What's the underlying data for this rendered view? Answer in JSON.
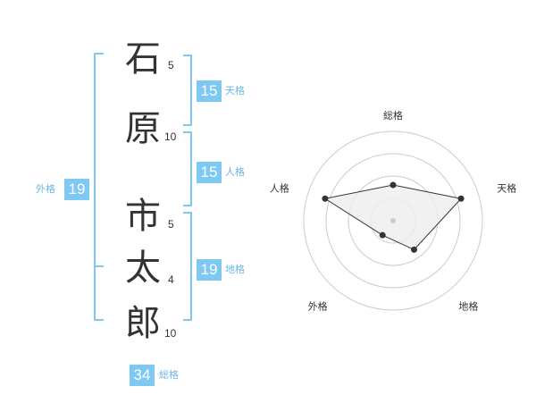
{
  "name": {
    "surname": [
      {
        "char": "石",
        "strokes": "5"
      },
      {
        "char": "原",
        "strokes": "10"
      }
    ],
    "given": [
      {
        "char": "市",
        "strokes": "5"
      },
      {
        "char": "太",
        "strokes": "4"
      },
      {
        "char": "郎",
        "strokes": "10"
      }
    ]
  },
  "fortunes": {
    "tenkaku": {
      "value": "15",
      "label": "天格"
    },
    "jinkaku": {
      "value": "15",
      "label": "人格"
    },
    "chikaku": {
      "value": "19",
      "label": "地格"
    },
    "gaikaku": {
      "value": "19",
      "label": "外格"
    },
    "soukaku": {
      "value": "34",
      "label": "総格"
    }
  },
  "chart_data": {
    "type": "radar",
    "axes": [
      "総格",
      "天格",
      "地格",
      "外格",
      "人格"
    ],
    "values": [
      2,
      4,
      2,
      1,
      4
    ],
    "max": 5,
    "rings": 4,
    "colors": {
      "fill": "#eeeeee",
      "line": "#333333",
      "ring": "#cccccc"
    }
  },
  "colors": {
    "accent": "#7ec8f4",
    "bracket": "#7ec8f4",
    "text": "#333333"
  }
}
